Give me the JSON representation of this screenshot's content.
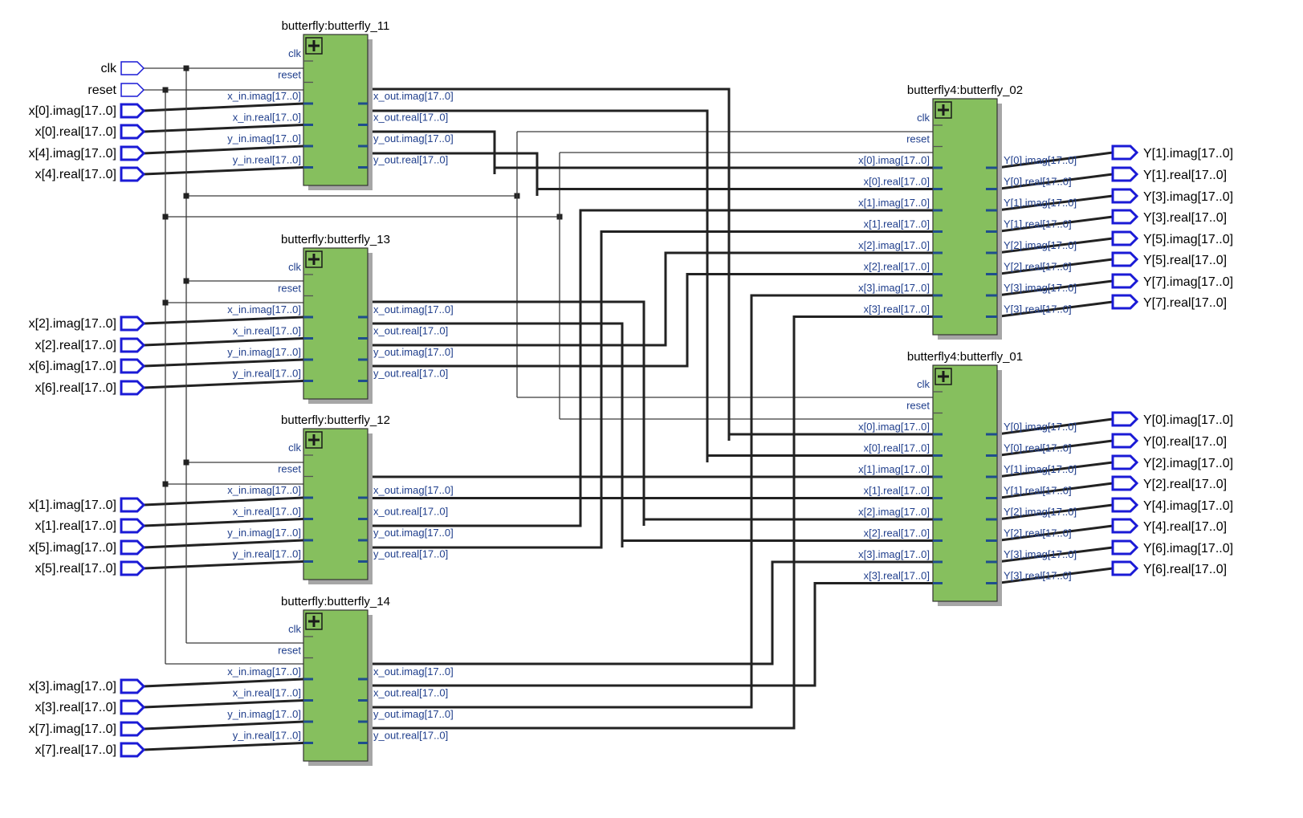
{
  "blocks": [
    {
      "id": "b11",
      "title": "butterfly:butterfly_11",
      "inputs": [
        "clk",
        "reset",
        "x_in.imag[17..0]",
        "x_in.real[17..0]",
        "y_in.imag[17..0]",
        "y_in.real[17..0]"
      ],
      "outputs": [
        "x_out.imag[17..0]",
        "x_out.real[17..0]",
        "y_out.imag[17..0]",
        "y_out.real[17..0]"
      ]
    },
    {
      "id": "b13",
      "title": "butterfly:butterfly_13",
      "inputs": [
        "clk",
        "reset",
        "x_in.imag[17..0]",
        "x_in.real[17..0]",
        "y_in.imag[17..0]",
        "y_in.real[17..0]"
      ],
      "outputs": [
        "x_out.imag[17..0]",
        "x_out.real[17..0]",
        "y_out.imag[17..0]",
        "y_out.real[17..0]"
      ]
    },
    {
      "id": "b12",
      "title": "butterfly:butterfly_12",
      "inputs": [
        "clk",
        "reset",
        "x_in.imag[17..0]",
        "x_in.real[17..0]",
        "y_in.imag[17..0]",
        "y_in.real[17..0]"
      ],
      "outputs": [
        "x_out.imag[17..0]",
        "x_out.real[17..0]",
        "y_out.imag[17..0]",
        "y_out.real[17..0]"
      ]
    },
    {
      "id": "b14",
      "title": "butterfly:butterfly_14",
      "inputs": [
        "clk",
        "reset",
        "x_in.imag[17..0]",
        "x_in.real[17..0]",
        "y_in.imag[17..0]",
        "y_in.real[17..0]"
      ],
      "outputs": [
        "x_out.imag[17..0]",
        "x_out.real[17..0]",
        "y_out.imag[17..0]",
        "y_out.real[17..0]"
      ]
    },
    {
      "id": "b02",
      "title": "butterfly4:butterfly_02",
      "inputs": [
        "clk",
        "reset",
        "x[0].imag[17..0]",
        "x[0].real[17..0]",
        "x[1].imag[17..0]",
        "x[1].real[17..0]",
        "x[2].imag[17..0]",
        "x[2].real[17..0]",
        "x[3].imag[17..0]",
        "x[3].real[17..0]"
      ],
      "outputs": [
        "Y[0].imag[17..0]",
        "Y[0].real[17..0]",
        "Y[1].imag[17..0]",
        "Y[1].real[17..0]",
        "Y[2].imag[17..0]",
        "Y[2].real[17..0]",
        "Y[3].imag[17..0]",
        "Y[3].real[17..0]"
      ]
    },
    {
      "id": "b01",
      "title": "butterfly4:butterfly_01",
      "inputs": [
        "clk",
        "reset",
        "x[0].imag[17..0]",
        "x[0].real[17..0]",
        "x[1].imag[17..0]",
        "x[1].real[17..0]",
        "x[2].imag[17..0]",
        "x[2].real[17..0]",
        "x[3].imag[17..0]",
        "x[3].real[17..0]"
      ],
      "outputs": [
        "Y[0].imag[17..0]",
        "Y[0].real[17..0]",
        "Y[1].imag[17..0]",
        "Y[1].real[17..0]",
        "Y[2].imag[17..0]",
        "Y[2].real[17..0]",
        "Y[3].imag[17..0]",
        "Y[3].real[17..0]"
      ]
    }
  ],
  "input_ports": [
    {
      "label": "clk",
      "kind": "single"
    },
    {
      "label": "reset",
      "kind": "single"
    },
    {
      "label": "x[0].imag[17..0]",
      "kind": "bus"
    },
    {
      "label": "x[0].real[17..0]",
      "kind": "bus"
    },
    {
      "label": "x[4].imag[17..0]",
      "kind": "bus"
    },
    {
      "label": "x[4].real[17..0]",
      "kind": "bus"
    },
    {
      "label": "x[2].imag[17..0]",
      "kind": "bus"
    },
    {
      "label": "x[2].real[17..0]",
      "kind": "bus"
    },
    {
      "label": "x[6].imag[17..0]",
      "kind": "bus"
    },
    {
      "label": "x[6].real[17..0]",
      "kind": "bus"
    },
    {
      "label": "x[1].imag[17..0]",
      "kind": "bus"
    },
    {
      "label": "x[1].real[17..0]",
      "kind": "bus"
    },
    {
      "label": "x[5].imag[17..0]",
      "kind": "bus"
    },
    {
      "label": "x[5].real[17..0]",
      "kind": "bus"
    },
    {
      "label": "x[3].imag[17..0]",
      "kind": "bus"
    },
    {
      "label": "x[3].real[17..0]",
      "kind": "bus"
    },
    {
      "label": "x[7].imag[17..0]",
      "kind": "bus"
    },
    {
      "label": "x[7].real[17..0]",
      "kind": "bus"
    }
  ],
  "output_ports": [
    "Y[1].imag[17..0]",
    "Y[1].real[17..0]",
    "Y[3].imag[17..0]",
    "Y[3].real[17..0]",
    "Y[5].imag[17..0]",
    "Y[5].real[17..0]",
    "Y[7].imag[17..0]",
    "Y[7].real[17..0]",
    "Y[0].imag[17..0]",
    "Y[0].real[17..0]",
    "Y[2].imag[17..0]",
    "Y[2].real[17..0]",
    "Y[4].imag[17..0]",
    "Y[4].real[17..0]",
    "Y[6].imag[17..0]",
    "Y[6].real[17..0]"
  ],
  "colors": {
    "block_fill": "#86bf5e",
    "block_border": "#333333",
    "block_shadow": "#a6a6a6",
    "bus_wire": "#222222",
    "single_wire": "#3a3a3a",
    "pin_text": "#1f3e8c",
    "pin_stub": "#1f4e8c",
    "port_bus": "#1a1ad6",
    "expand_fill": "#86bf5e"
  },
  "icons": {
    "expand": "plus-box-icon"
  }
}
